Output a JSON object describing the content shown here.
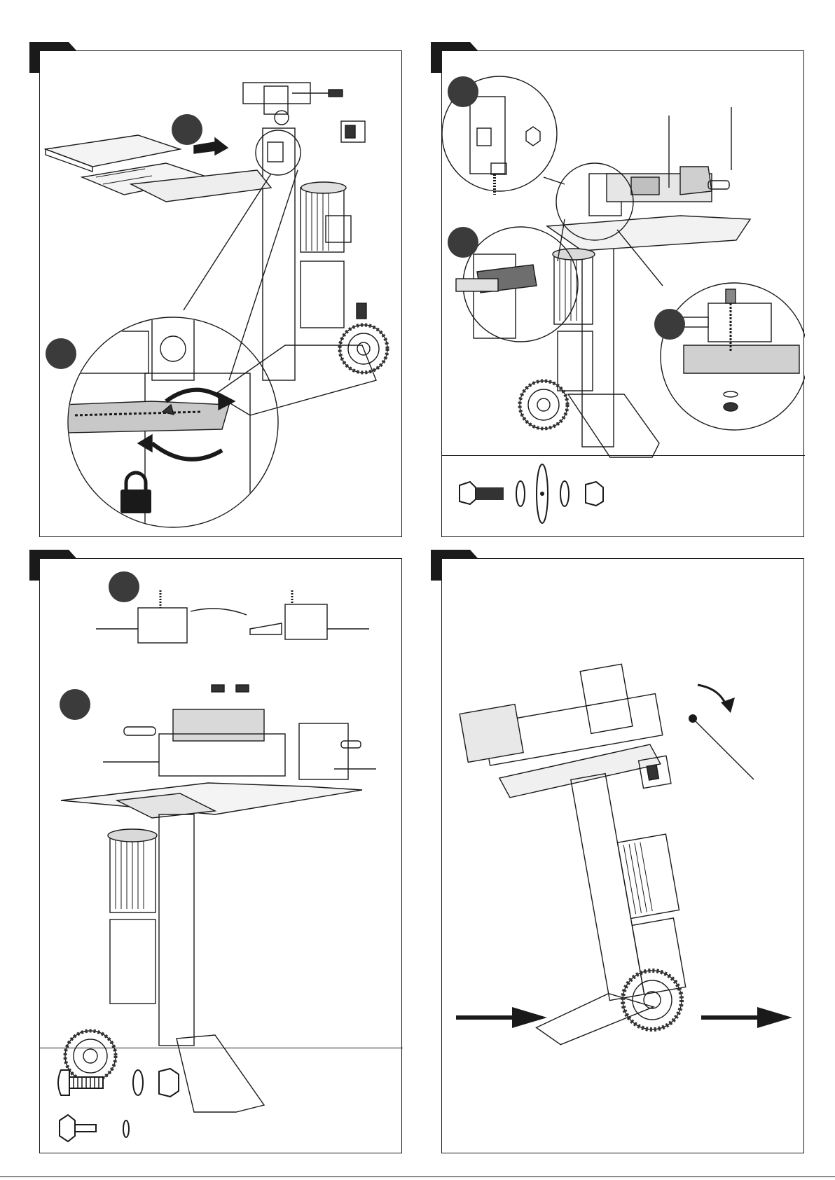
{
  "page": {
    "footer_text": "",
    "panels": [
      {
        "id": "step-a",
        "step_label": "",
        "callouts": [
          "",
          ""
        ]
      },
      {
        "id": "step-b",
        "step_label": "",
        "callouts": [
          "",
          "",
          ""
        ]
      },
      {
        "id": "step-c",
        "step_label": "",
        "callouts": [
          "",
          ""
        ]
      },
      {
        "id": "step-d",
        "step_label": ""
      }
    ]
  },
  "icons": {
    "lock": "lock-icon",
    "push_arrow": "arrow-right-icon",
    "rotate_arrow": "curved-arrow-icon",
    "bolt": "hex-bolt-icon",
    "washer": "washer-icon",
    "nut": "hex-nut-icon",
    "knob": "star-knob-icon"
  },
  "colors": {
    "line": "#1a1a1a",
    "badge": "#3b3b3b",
    "shade": "#d9d9d9",
    "dark_shade": "#6e6e6e"
  }
}
